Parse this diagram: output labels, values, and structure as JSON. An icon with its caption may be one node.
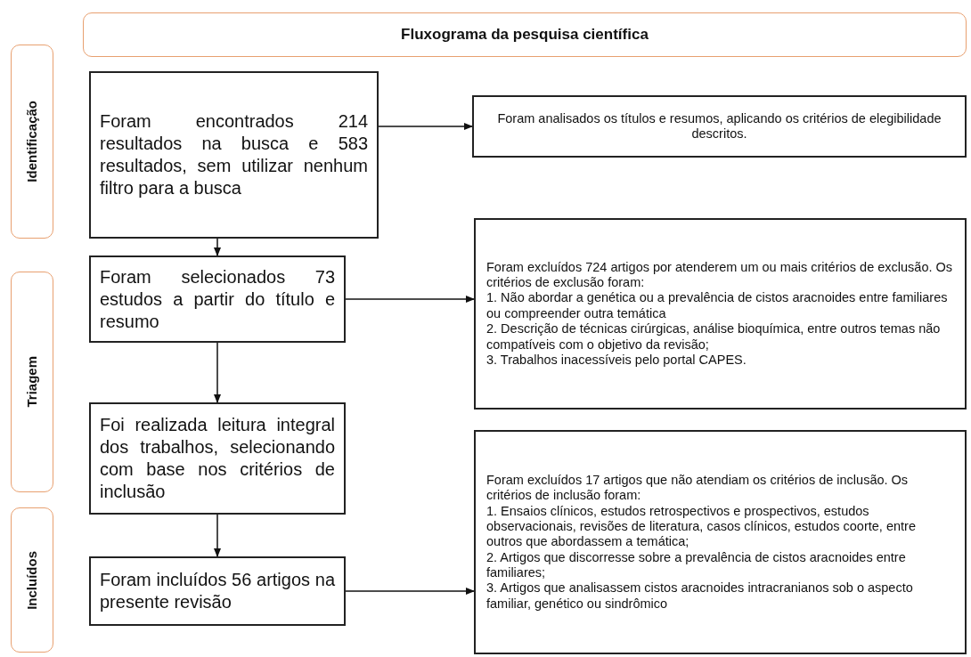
{
  "diagram": {
    "nodes": [
      {
        "text": [
          "Fluxograma da pesquisa científica"
        ]
      },
      {
        "text": [
          "Identificação"
        ]
      },
      {
        "text": [
          "Foram encontrados 214 resultados na busca e 583 resultados, sem utilizar nenhum filtro para a busca"
        ]
      },
      {
        "text": [
          "Foram analisados os títulos e resumos, aplicando os critérios de elegibilidade descritos."
        ]
      },
      {
        "text": [
          "Triagem"
        ]
      },
      {
        "text": [
          "Foram selecionados 73 estudos a partir do título e resumo"
        ]
      },
      {
        "text": [
          "Foram excluídos 724 artigos por atenderem um ou mais critérios de exclusão. Os critérios de exclusão foram:",
          "1. Não abordar a genética ou a prevalência de cistos aracnoides entre familiares ou compreender outra temática",
          "2. Descrição de técnicas cirúrgicas, análise bioquímica, entre outros temas não compatíveis com o objetivo da revisão;",
          "3. Trabalhos inacessíveis pelo portal CAPES."
        ]
      },
      {
        "text": [
          "Foi realizada leitura integral dos trabalhos, selecionando com base nos critérios de inclusão"
        ]
      },
      {
        "text": [
          "Incluídos"
        ]
      },
      {
        "text": [
          "Foram incluídos 56 artigos na presente revisão"
        ]
      },
      {
        "text": [
          "Foram excluídos 17 artigos que não atendiam os critérios de inclusão. Os critérios de inclusão foram:",
          "1. Ensaios clínicos, estudos retrospectivos e prospectivos, estudos observacionais, revisões de literatura, casos clínicos, estudos coorte, entre outros que abordassem a temática;",
          "2. Artigos que discorresse sobre a prevalência de cistos aracnoides entre familiares;",
          "3. Artigos que analisassem cistos aracnoides intracranianos sob o aspecto familiar, genético ou sindrômico"
        ]
      }
    ],
    "edges": [
      {
        "from": 2,
        "to": 3,
        "arrow": "to"
      },
      {
        "from": 2,
        "to": 5,
        "arrow": "to"
      },
      {
        "from": 5,
        "to": 6,
        "arrow": "to"
      },
      {
        "from": 5,
        "to": 7,
        "arrow": "to"
      },
      {
        "from": 7,
        "to": 9,
        "arrow": "to"
      },
      {
        "from": 9,
        "to": 10,
        "arrow": "to"
      }
    ]
  }
}
